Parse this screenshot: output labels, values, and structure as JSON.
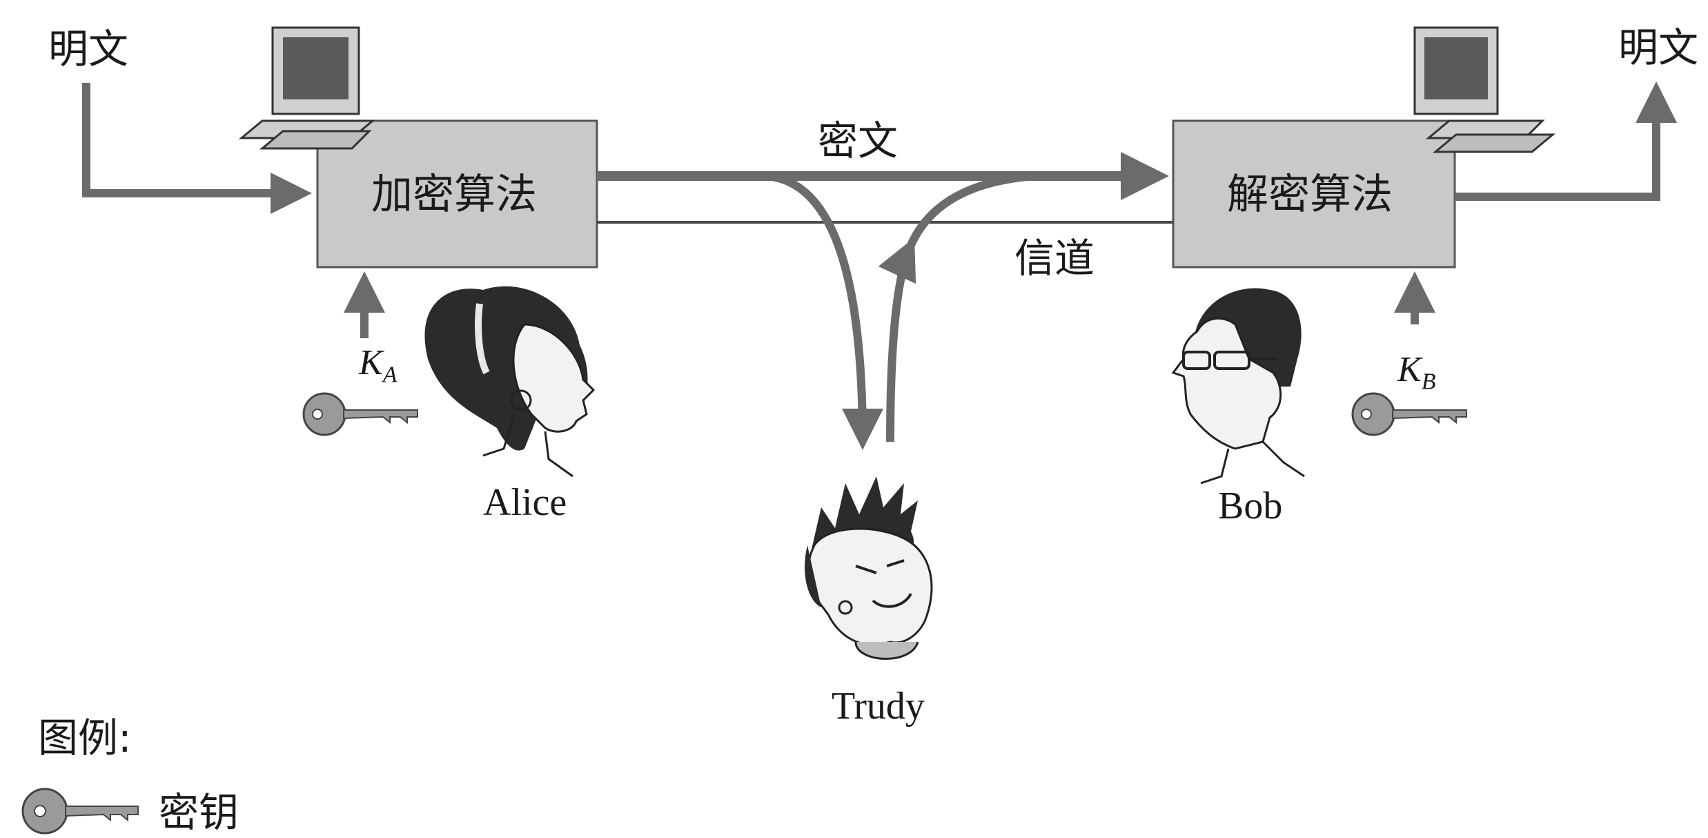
{
  "labels": {
    "plaintext_in": "明文",
    "plaintext_out": "明文",
    "ciphertext": "密文",
    "channel": "信道"
  },
  "boxes": {
    "encrypt": "加密算法",
    "decrypt": "解密算法"
  },
  "people": {
    "alice": "Alice",
    "bob": "Bob",
    "trudy": "Trudy"
  },
  "keys": {
    "alice_key_symbol": "K",
    "alice_key_subscript": "A",
    "bob_key_symbol": "K",
    "bob_key_subscript": "B"
  },
  "legend": {
    "title": "图例:",
    "key_label": "密钥"
  },
  "colors": {
    "box_fill": "#c9c9c9",
    "box_stroke": "#555555",
    "arrow": "#6b6b6b",
    "line": "#4a4a4a",
    "key": "#9a9a9a"
  },
  "icons": [
    "computer-icon",
    "key-icon",
    "alice-portrait",
    "bob-portrait",
    "trudy-portrait"
  ]
}
